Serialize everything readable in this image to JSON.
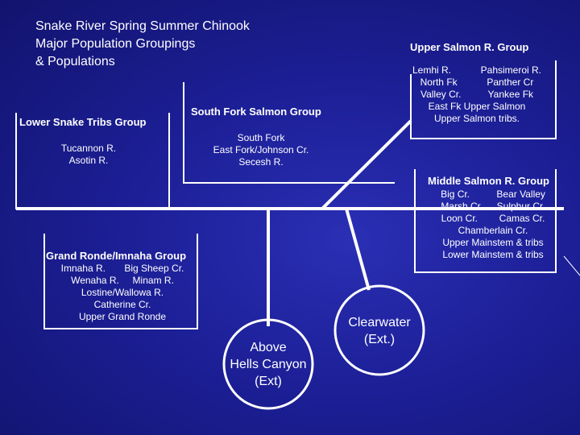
{
  "title": "Snake River Spring Summer Chinook\nMajor Population Groupings\n& Populations",
  "groups": {
    "lower_snake": {
      "label": "Lower Snake Tribs Group",
      "populations": [
        "Tucannon R.",
        "Asotin R."
      ]
    },
    "south_fork": {
      "label": "South Fork Salmon Group",
      "populations": [
        "South Fork",
        "East Fork/Johnson Cr.",
        "Secesh R."
      ]
    },
    "upper_salmon": {
      "label": "Upper Salmon R. Group",
      "populations": [
        "Lemhi R.           Pahsimeroi R.",
        "North Fk           Panther Cr",
        "Valley Cr.          Yankee Fk",
        "East Fk Upper Salmon",
        "Upper Salmon tribs."
      ]
    },
    "middle_salmon": {
      "label": "Middle Salmon R. Group",
      "populations": [
        "Big Cr.          Bear Valley",
        "Marsh Cr  .   Sulphur Cr.",
        "Loon Cr.        Camas Cr.",
        "Chamberlain Cr.",
        "Upper Mainstem & tribs",
        "Lower Mainstem & tribs"
      ]
    },
    "grand_ronde": {
      "label": "Grand Ronde/Imnaha Group",
      "populations": [
        "Imnaha R.       Big Sheep Cr.",
        "Wenaha R.     Minam R.",
        "Lostine/Wallowa R.",
        "Catherine Cr.",
        "Upper Grand Ronde"
      ]
    }
  },
  "extirpated": {
    "above_hells_canyon": "Above\nHells Canyon\n(Ext)",
    "clearwater": "Clearwater\n(Ext.)"
  },
  "colors": {
    "background": "#1c1f96",
    "lines": "#ffffff",
    "text": "#ffffff"
  }
}
